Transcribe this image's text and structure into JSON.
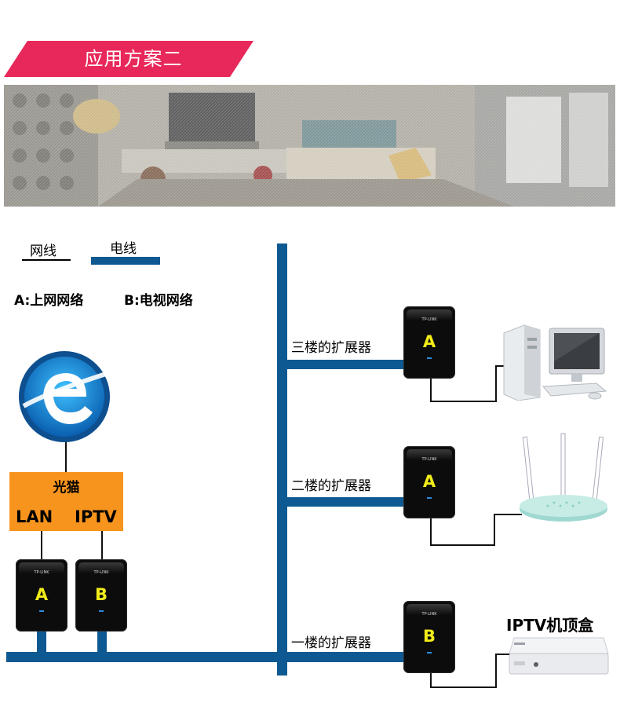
{
  "banner": {
    "title": "应用方案二"
  },
  "legend": {
    "network_cable": "网线",
    "power_line": "电线"
  },
  "network_key": {
    "a": "A:上网网络",
    "b": "B:电视网络"
  },
  "modem": {
    "title": "光猫",
    "port_lan": "LAN",
    "port_iptv": "IPTV"
  },
  "adapter_brand": "TP-LINK",
  "adapters": {
    "modem_a": "A",
    "modem_b": "B",
    "floor3": "A",
    "floor2": "A",
    "floor1": "B"
  },
  "floors": {
    "floor3": "三楼的扩展器",
    "floor2": "二楼的扩展器",
    "floor1": "一楼的扩展器"
  },
  "devices": {
    "iptv_box": "IPTV机顶盒"
  },
  "colors": {
    "banner": "#e8285a",
    "power_line": "#0e5992",
    "modem": "#f7941d",
    "adapter_letter": "#f1ec18"
  }
}
